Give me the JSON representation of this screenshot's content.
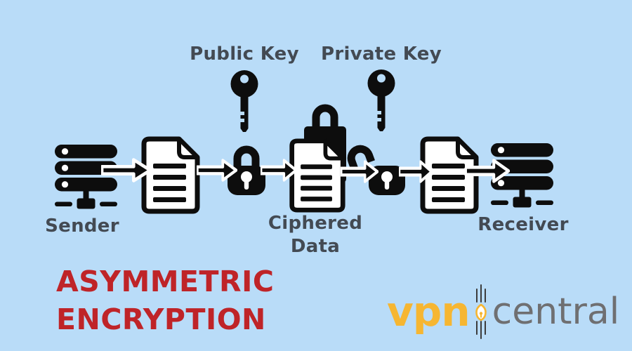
{
  "diagram": {
    "public_key_label": "Public Key",
    "private_key_label": "Private Key",
    "sender_label": "Sender",
    "ciphered_label_line1": "Ciphered",
    "ciphered_label_line2": "Data",
    "receiver_label": "Receiver"
  },
  "title": {
    "line1": "ASYMMETRIC",
    "line2": "ENCRYPTION"
  },
  "logo": {
    "part1": "vpn",
    "part2": "central"
  },
  "colors": {
    "background": "#b9dcf8",
    "icon": "#0d0d0d",
    "label": "#434a53",
    "title_red": "#bf2428",
    "logo_yellow": "#f6b632",
    "logo_gray": "#6f6f71"
  },
  "icons": [
    "sender-server-icon",
    "receiver-server-icon",
    "document-icon",
    "public-key-icon",
    "private-key-icon",
    "open-padlock-icon",
    "encrypted-file-icon",
    "arrow-right-icon",
    "vpncentral-shield-icon"
  ]
}
